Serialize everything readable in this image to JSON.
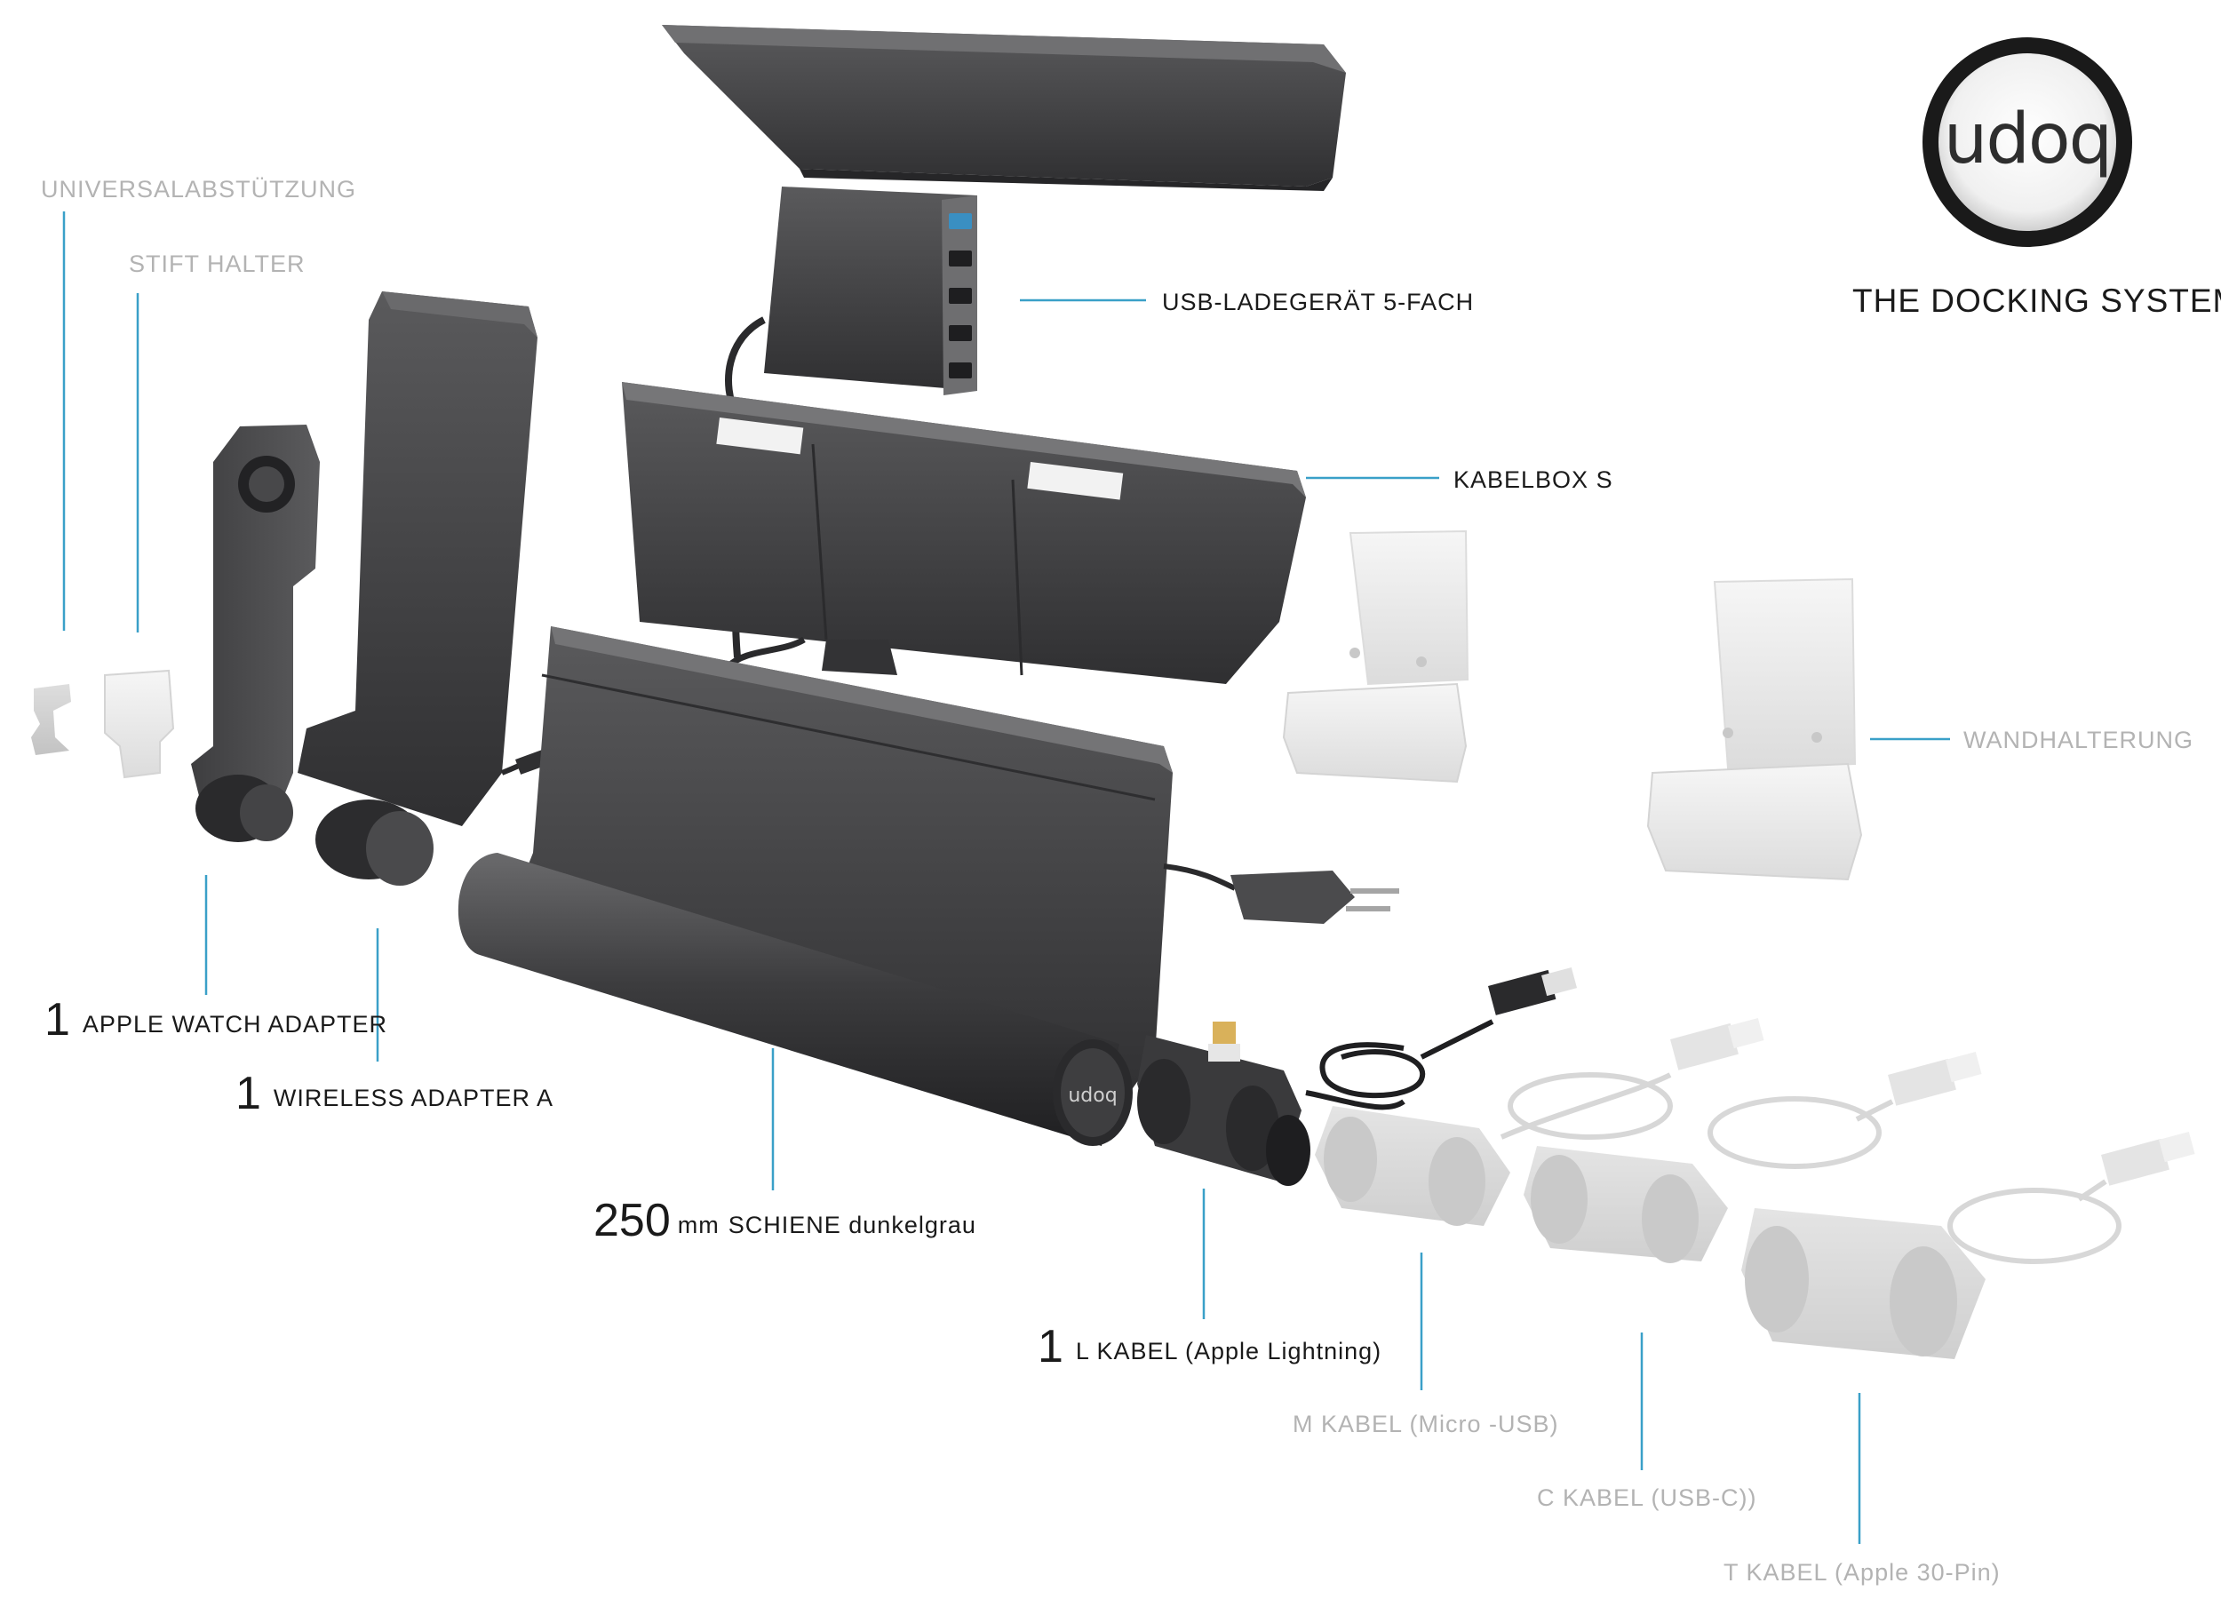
{
  "brand": {
    "logo_text": "udoq",
    "tagline": "THE DOCKING SYSTEM"
  },
  "accent_line_color": "#3aa0c8",
  "labels": {
    "universalabstuetzung": "UNIVERSALABSTÜTZUNG",
    "stift_halter": "STIFT HALTER",
    "usb_ladegeraet": "USB-LADEGERÄT 5-FACH",
    "kabelbox": "KABELBOX S",
    "wandhalterung": "WANDHALTERUNG",
    "apple_watch": {
      "qty": "1",
      "text": "APPLE WATCH ADAPTER"
    },
    "wireless": {
      "qty": "1",
      "text": "WIRELESS ADAPTER A"
    },
    "schiene": {
      "qty": "250",
      "unit": "mm",
      "text": "SCHIENE dunkelgrau"
    },
    "l_kabel": {
      "qty": "1",
      "text": "L KABEL (Apple Lightning)"
    },
    "m_kabel": "M KABEL  (Micro -USB)",
    "c_kabel": "C KABEL  (USB-C))",
    "t_kabel": "T KABEL  (Apple 30-Pin)"
  },
  "product_names": {
    "rail_end_logo": "udoq"
  }
}
